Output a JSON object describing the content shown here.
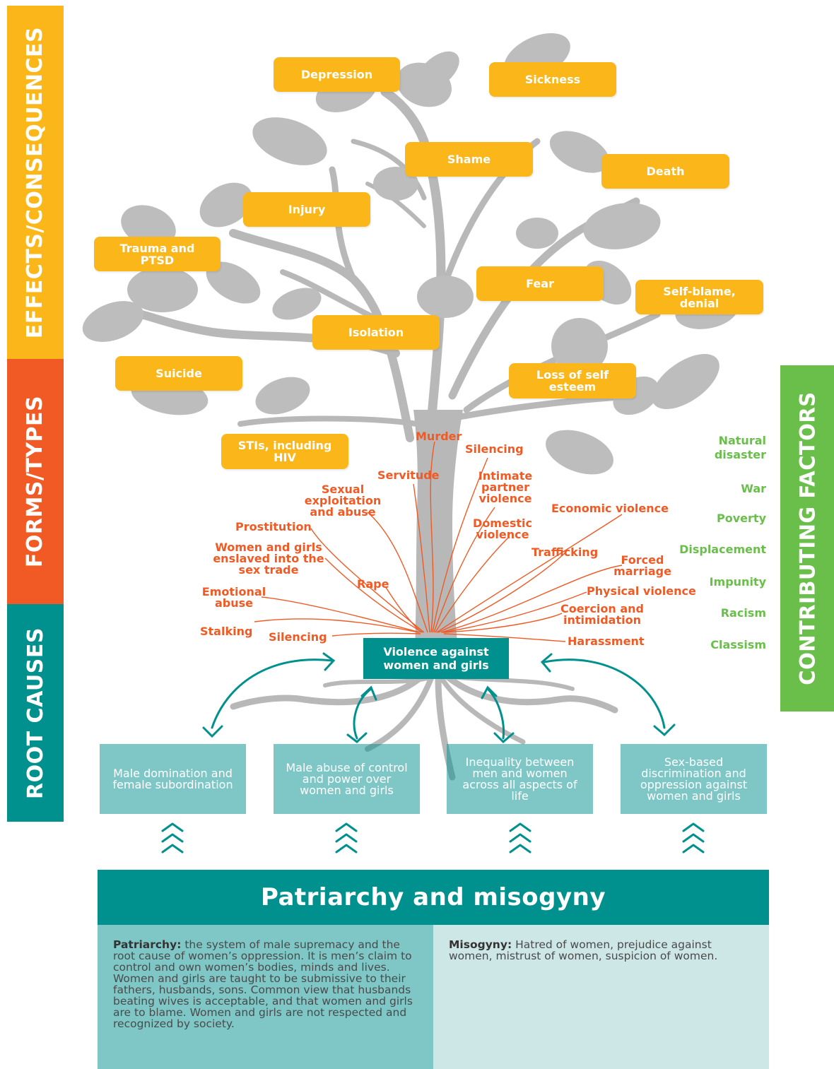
{
  "side_labels": {
    "effects": "EFFECTS/CONSEQUENCES",
    "forms": "FORMS/TYPES",
    "roots": "ROOT CAUSES",
    "contributing": "CONTRIBUTING FACTORS"
  },
  "effects": {
    "depression": "Depression",
    "sickness": "Sickness",
    "shame": "Shame",
    "death": "Death",
    "injury": "Injury",
    "trauma": "Trauma and PTSD",
    "fear": "Fear",
    "self_blame": "Self-blame, denial",
    "isolation": "Isolation",
    "suicide": "Suicide",
    "loss_esteem": "Loss of self esteem",
    "stis": "STIs, including HIV"
  },
  "forms": {
    "murder": "Murder",
    "silencing_top": "Silencing",
    "servitude": "Servitude",
    "intimate": "Intimate partner violence",
    "sexual_exploitation": "Sexual exploitation and abuse",
    "economic": "Economic violence",
    "prostitution": "Prostitution",
    "domestic": "Domestic violence",
    "enslaved": "Women and girls enslaved into the sex trade",
    "trafficking": "Trafficking",
    "forced_marriage": "Forced marriage",
    "rape": "Rape",
    "emotional": "Emotional abuse",
    "physical": "Physical violence",
    "coercion": "Coercion and intimidation",
    "stalking": "Stalking",
    "silencing_bottom": "Silencing",
    "harassment": "Harassment"
  },
  "center": "Violence against women and girls",
  "contributing_factors": [
    "Natural disaster",
    "War",
    "Poverty",
    "Displacement",
    "Impunity",
    "Racism",
    "Classism"
  ],
  "root_causes": [
    "Male domination and female subordination",
    "Male abuse of control and power over women and girls",
    "Inequality between men and women across all aspects of life",
    "Sex-based discrimination and oppression against women and girls"
  ],
  "banner": "Patriarchy and misogyny",
  "definitions": {
    "patriarchy_term": "Patriarchy:",
    "patriarchy_text": "the system of male supremacy and the root cause of women’s oppression. It is men’s claim to control and own women’s bodies, minds and lives. Women and girls are taught to be submissive to their fathers, husbands, sons. Common view that husbands beating wives is acceptable, and that women and girls are to blame. Women and girls are not respected and recognized by society.",
    "misogyny_term": "Misogyny:",
    "misogyny_text": "Hatred of women, prejudice against women, mistrust of women, suspicion of women."
  },
  "colors": {
    "effects": "#fbb619",
    "forms": "#f15a24",
    "roots": "#00908e",
    "contributing": "#6abf4b",
    "tree": "#b8b8b8"
  }
}
